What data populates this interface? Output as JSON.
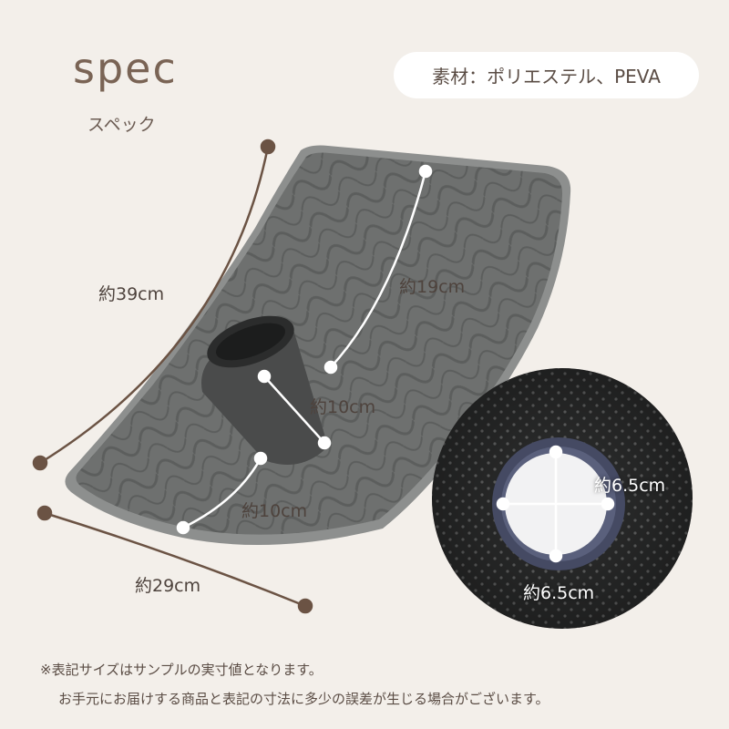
{
  "header": {
    "title": "spec",
    "subtitle": "スペック"
  },
  "material": {
    "label": "素材：ポリエステル、PEVA"
  },
  "dimensions": {
    "length": "約39cm",
    "width": "約29cm",
    "inner_length": "約19cm",
    "tube_height": "約10cm",
    "tube_offset": "約10cm",
    "hole_width": "約6.5cm",
    "hole_height": "約6.5cm"
  },
  "notes": {
    "line1": "※表記サイズはサンプルの実寸値となります。",
    "line2": "お手元にお届けする商品と表記の寸法に多少の誤差が生じる場合がございます。"
  },
  "colors": {
    "background": "#f3efea",
    "accent_brown": "#7a6455",
    "mat_gray": "#6f7170",
    "mat_border": "#8a8c8b",
    "backing_dark": "#2d2d2e",
    "ring_navy": "#4a4f6a"
  }
}
